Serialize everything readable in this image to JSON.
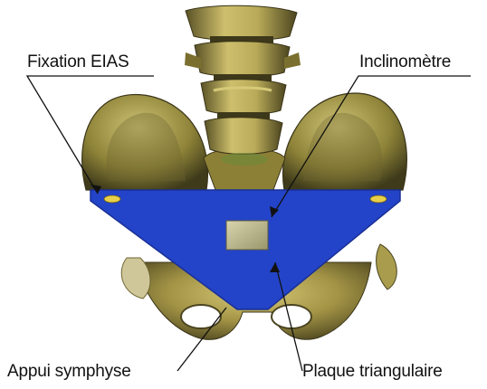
{
  "labels": {
    "fixation": "Fixation EIAS",
    "inclinometre": "Inclinomètre",
    "appui": "Appui symphyse",
    "plaque": "Plaque triangulaire"
  },
  "colors": {
    "plate": "#2344c8",
    "plate_edge": "#1a2f95",
    "bone_light": "#c9bd6a",
    "bone_mid": "#8f8238",
    "bone_dark": "#4a4420",
    "inclinometer": "#b9b58a",
    "fixation_marker": "#e8cf4a",
    "leader": "#111111"
  }
}
